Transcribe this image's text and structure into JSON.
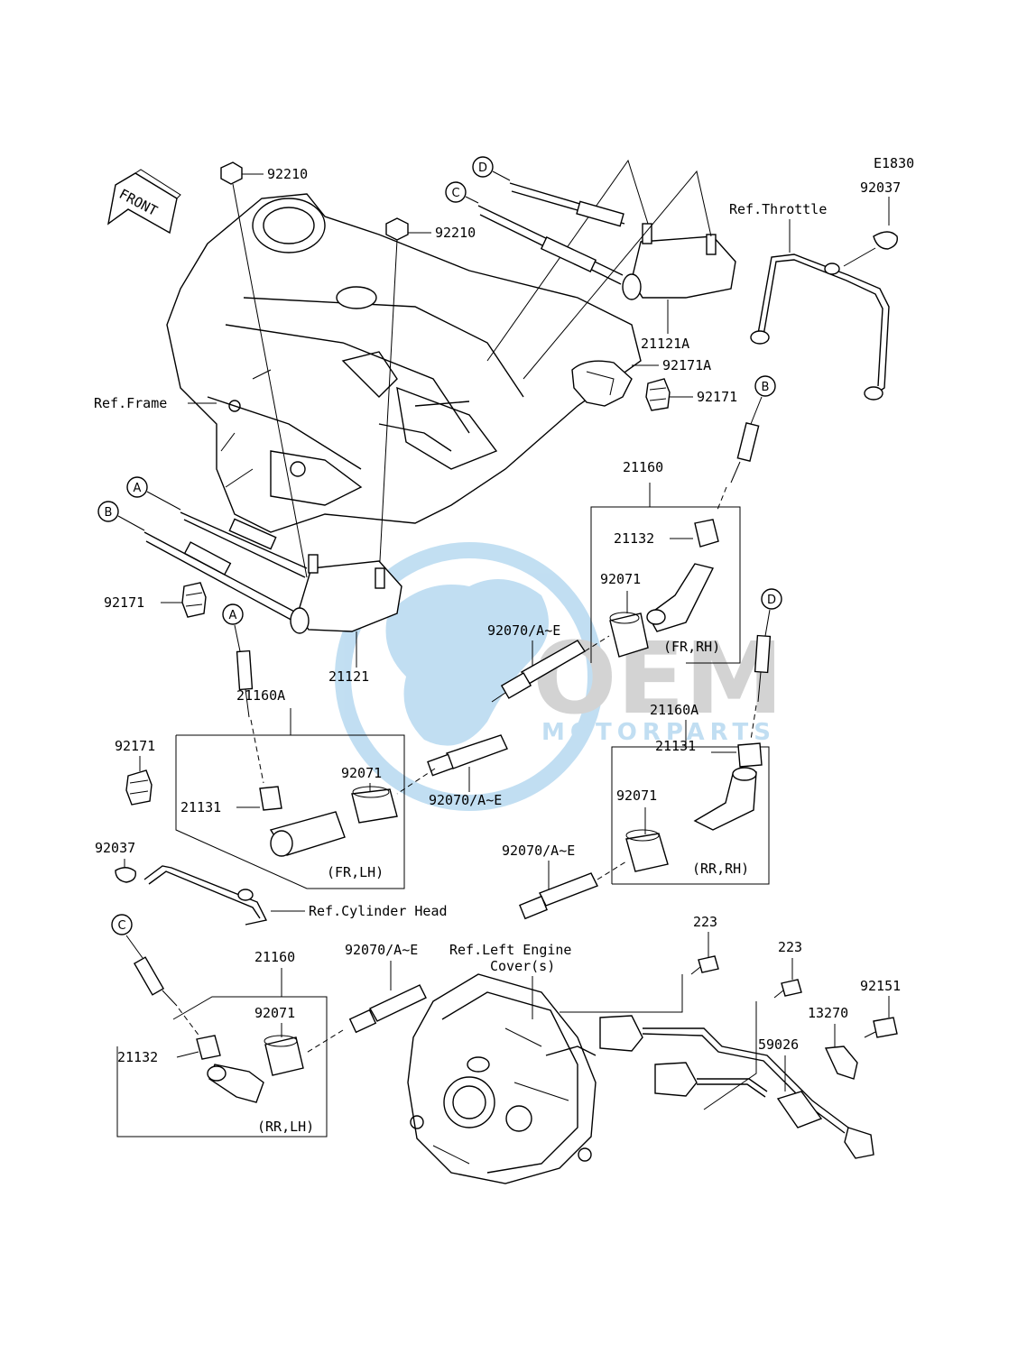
{
  "diagram_code": "E1830",
  "front_arrow_label": "FRONT",
  "watermark": {
    "brand": "OEM",
    "sub": "MOTORPARTS",
    "color": "#8fc4e8"
  },
  "callouts": {
    "circle_a1": "A",
    "circle_b1": "B",
    "circle_a2": "A",
    "circle_c_top": "C",
    "circle_d_top": "D",
    "circle_b_right": "B",
    "circle_d_right": "D",
    "circle_c_low": "C"
  },
  "labels": {
    "p92210_a": "92210",
    "p92210_b": "92210",
    "p92037_r": "92037",
    "ref_throttle": "Ref.Throttle",
    "p21121a": "21121A",
    "p92171a": "92171A",
    "p92171_r": "92171",
    "ref_frame": "Ref.Frame",
    "p21160_r": "21160",
    "p21132_r": "21132",
    "p92071_r": "92071",
    "p92070_1": "92070/A~E",
    "fr_rh": "(FR,RH)",
    "p21160a_r": "21160A",
    "p21131_r": "21131",
    "p92071_r2": "92071",
    "p92070_3": "92070/A~E",
    "rr_rh": "(RR,RH)",
    "p92171_l1": "92171",
    "p21121": "21121",
    "p21160a_l": "21160A",
    "p92171_l2": "92171",
    "p92071_l": "92071",
    "p21131_l": "21131",
    "p92070_2": "92070/A~E",
    "fr_lh": "(FR,LH)",
    "p92037_l": "92037",
    "ref_cyl_head": "Ref.Cylinder Head",
    "p21160_l": "21160",
    "p92070_4": "92070/A~E",
    "ref_left_cover_1": "Ref.Left Engine",
    "ref_left_cover_2": "Cover(s)",
    "p223_a": "223",
    "p223_b": "223",
    "p92151": "92151",
    "p13270": "13270",
    "p59026": "59026",
    "p92071_l2": "92071",
    "p21132_l": "21132",
    "rr_lh": "(RR,LH)"
  }
}
